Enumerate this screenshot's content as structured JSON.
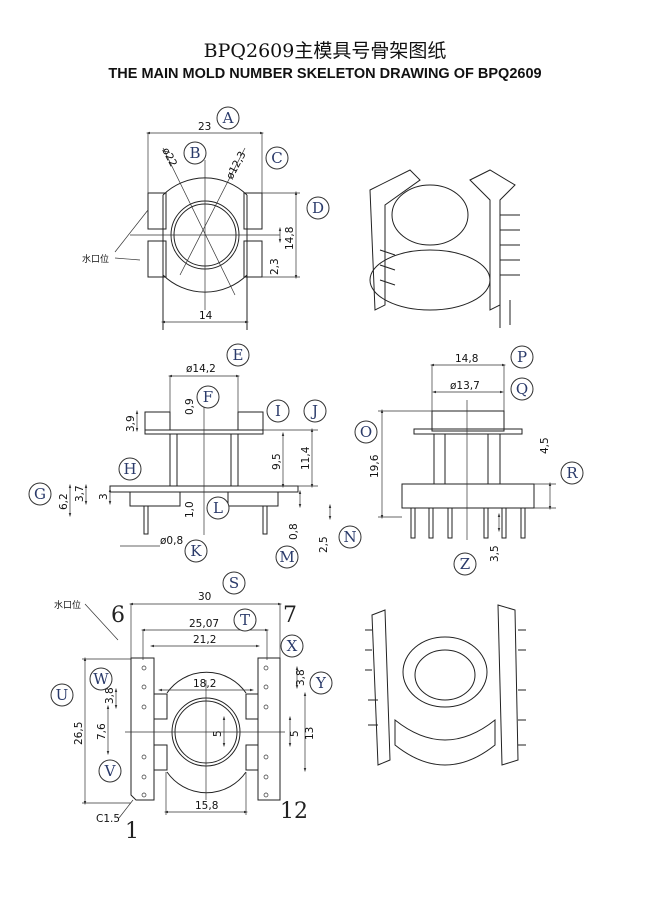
{
  "title": "BPQ2609主模具号骨架图纸",
  "subtitle": "THE MAIN MOLD NUMBER SKELETON DRAWING OF BPQ2609",
  "gate_label": "水口位",
  "letters": {
    "A": "A",
    "B": "B",
    "C": "C",
    "D": "D",
    "E": "E",
    "F": "F",
    "G": "G",
    "H": "H",
    "I": "I",
    "J": "J",
    "K": "K",
    "L": "L",
    "M": "M",
    "N": "N",
    "O": "O",
    "P": "P",
    "Q": "Q",
    "R": "R",
    "S": "S",
    "T": "T",
    "U": "U",
    "V": "V",
    "W": "W",
    "X": "X",
    "Y": "Y",
    "Z": "Z"
  },
  "top_view": {
    "A": "23",
    "B": "ø22",
    "C": "ø12,3",
    "D": "14,8",
    "gap": "2,3",
    "width": "14"
  },
  "front_view": {
    "E": "ø14,2",
    "F": "0,9",
    "flange": "3,9",
    "I": "9,5",
    "J": "11,4",
    "G": "6,2",
    "base": "3,7",
    "H": "3",
    "L": "1,0",
    "K": "ø0,8",
    "M": "0,8",
    "N": "2,5"
  },
  "side_view": {
    "P": "14,8",
    "Q": "ø13,7",
    "O": "19,6",
    "R": "4,5",
    "Z": "3,5"
  },
  "bottom_view": {
    "S": "30",
    "T": "25,07",
    "span": "21,2",
    "inner": "18,2",
    "U": "26,5",
    "W": "3,8",
    "V": "7,6",
    "core": "5",
    "X": "3,8",
    "Y_small": "5",
    "Y": "13",
    "base": "15,8",
    "chamfer": "C1.5"
  },
  "pins": {
    "p1": "1",
    "p6": "6",
    "p7": "7",
    "p12": "12"
  }
}
